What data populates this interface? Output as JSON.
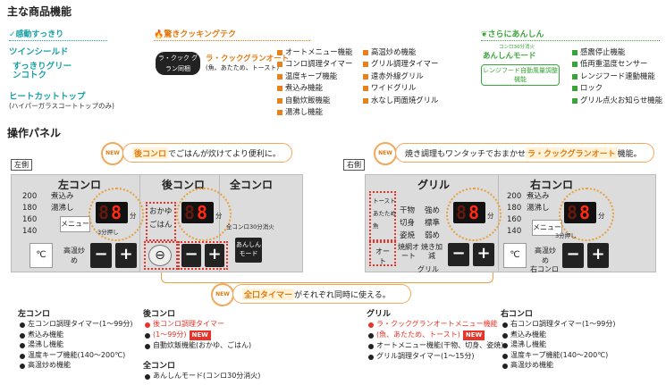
{
  "title_main": "主な商品機能",
  "feat1": {
    "label": "感動すっきり",
    "items": [
      "ツインシールド",
      "すっきりグリーンコトク",
      "ヒートカットトップ"
    ],
    "note": "(ハイパーガラスコートトップのみ)"
  },
  "feat2": {
    "label": "驚きクッキングテク",
    "logo1": "ラ・クック グラン同梱",
    "logo2": "ラ・クックグランオート",
    "logo2_note": "(魚、あたため、トースト)",
    "col1": [
      "オートメニュー機能",
      "コンロ調理タイマー",
      "温度キープ機能",
      "煮込み機能",
      "自動炊飯機能",
      "湯沸し機能"
    ],
    "col2": [
      "高温炒め機能",
      "グリル調理タイマー",
      "遠赤外線グリル",
      "ワイドグリル",
      "水なし両面焼グリル"
    ]
  },
  "feat3": {
    "label": "さらにあんしん",
    "logo1": "あんしんモード",
    "logo1_small": "コンロ30分消火",
    "logo2": "レンジフード自動風量調整機能",
    "items": [
      "感震停止機能",
      "低両重温度センサー",
      "レンジフード連動機能",
      "ロック",
      "グリル点火お知らせ機能"
    ]
  },
  "title_panel": "操作パネル",
  "new": "NEW",
  "callout_left": {
    "pre": "",
    "hl": "後コンロ",
    "post": "でごはんが炊けてより便利に。"
  },
  "callout_right": {
    "pre": "焼き調理もワンタッチでおまかせ",
    "hl": "ラ・クックグランオート",
    "post": "機能。"
  },
  "callout_center": {
    "hl": "全口タイマー",
    "post": "がそれぞれ同時に使える。"
  },
  "panel_left": {
    "side": "左側",
    "lcon": "左コンロ",
    "bcon": "後コンロ",
    "zcon": "全コンロ",
    "levels": [
      "200",
      "180",
      "160",
      "140"
    ],
    "menu": [
      "煮込み",
      "湯沸し"
    ],
    "menu_btn": "メニュー",
    "fun": "分",
    "set3": "3分押し",
    "c": "℃",
    "koon": "高温炒め",
    "minus": "−",
    "plus": "+",
    "b_menu": [
      "おかゆ",
      "ごはん"
    ],
    "zen30": "全コンロ30分消火",
    "anshin": "あんしんモード",
    "digit": "8"
  },
  "panel_right": {
    "side": "右側",
    "grill": "グリル",
    "rcon": "右コンロ",
    "levels": [
      "200",
      "180",
      "160",
      "140"
    ],
    "menu": [
      "煮込み",
      "湯沸し"
    ],
    "menu_btn": "メニュー",
    "g_modes": [
      "トースト",
      "あたため",
      "魚"
    ],
    "auto": "オート",
    "g_opts": [
      "干物",
      "切身",
      "姿焼"
    ],
    "g_pow": [
      "強め",
      "標準",
      "弱め"
    ],
    "yaki": "焼網オート",
    "yakikako": "焼き加減",
    "grill_lbl": "グリル",
    "fun": "分",
    "set3": "3分押し",
    "c": "℃",
    "koon": "高温炒め",
    "minus": "−",
    "plus": "+",
    "digit": "8"
  },
  "desc": {
    "lcon": {
      "title": "左コンロ",
      "items": [
        "左コンロ調理タイマー(1〜99分)",
        "煮込み機能",
        "湯沸し機能",
        "温度キープ機能(140〜200℃)",
        "高温炒め機能"
      ]
    },
    "bcon": {
      "title": "後コンロ",
      "red1": "後コンロ調理タイマー",
      "red2": "(1〜99分)",
      "items": [
        "自動炊飯機能(おかゆ、ごはん)"
      ]
    },
    "zcon": {
      "title": "全コンロ",
      "items": [
        "あんしんモード(コンロ30分消火)"
      ]
    },
    "grill": {
      "title": "グリル",
      "red1": "ラ・クックグランオートメニュー機能",
      "red2": "(魚、あたため、トースト)",
      "items": [
        "オートメニュー機能(干物、切身、姿焼)",
        "グリル調理タイマー(1〜15分)"
      ]
    },
    "rcon": {
      "title": "右コンロ",
      "items": [
        "右コンロ調理タイマー(1〜99分)",
        "煮込み機能",
        "湯沸し機能",
        "温度キープ機能(140〜200℃)",
        "高温炒め機能"
      ]
    }
  }
}
